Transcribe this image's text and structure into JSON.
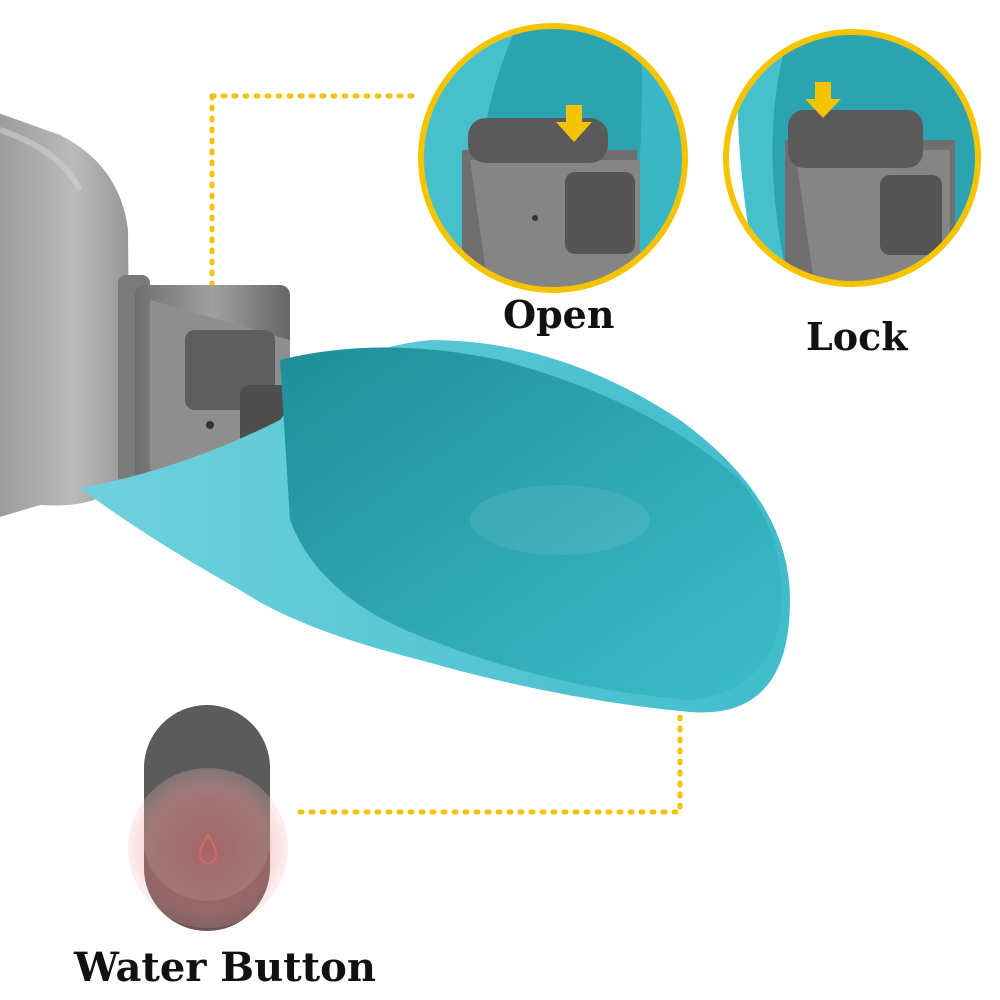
{
  "labels": {
    "open": "Open",
    "lock": "Lock",
    "water_button": "Water Button"
  },
  "colors": {
    "callout_line": "#f2c200",
    "callout_ring": "#f5c400",
    "arrow": "#f4c400",
    "scoop_teal": "#3bb6c4",
    "scoop_dark": "#1f8f99",
    "bottle_grey": "#9a9a9a",
    "button_grey": "#5b5b5b",
    "button_highlight": "#e56b6b",
    "caption_text": "#111111"
  },
  "icons": {
    "press_arrow": "down-arrow-icon",
    "water_drop": "water-drop-icon",
    "lock_symbol": "padlock-icon"
  }
}
